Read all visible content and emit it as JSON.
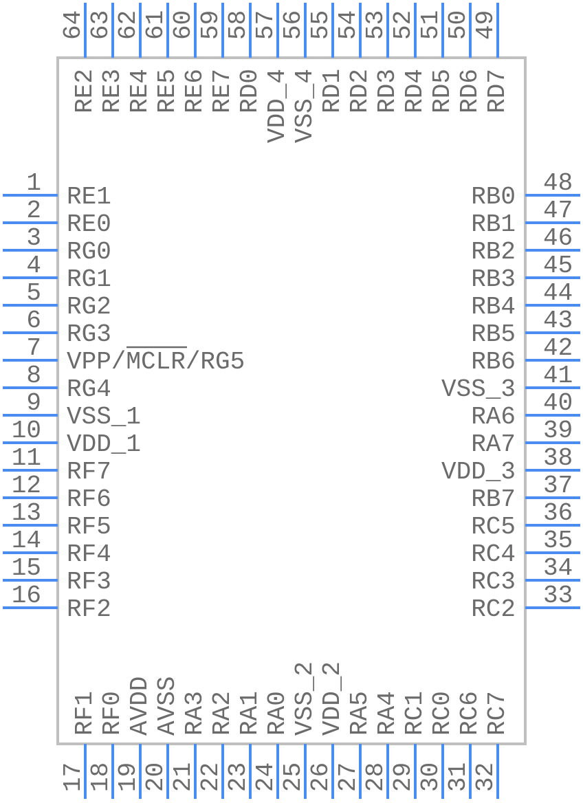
{
  "colors": {
    "pin": "#4a8cf0",
    "body": "#c0c0c0",
    "text": "#6b6b6b"
  },
  "overbar_label": {
    "text": "MCLR"
  },
  "pins": {
    "left": [
      {
        "num": "1",
        "label": "RE1"
      },
      {
        "num": "2",
        "label": "RE0"
      },
      {
        "num": "3",
        "label": "RG0"
      },
      {
        "num": "4",
        "label": "RG1"
      },
      {
        "num": "5",
        "label": "RG2"
      },
      {
        "num": "6",
        "label": "RG3"
      },
      {
        "num": "7",
        "label": "VPP/MCLR/RG5"
      },
      {
        "num": "8",
        "label": "RG4"
      },
      {
        "num": "9",
        "label": "VSS_1"
      },
      {
        "num": "10",
        "label": "VDD_1"
      },
      {
        "num": "11",
        "label": "RF7"
      },
      {
        "num": "12",
        "label": "RF6"
      },
      {
        "num": "13",
        "label": "RF5"
      },
      {
        "num": "14",
        "label": "RF4"
      },
      {
        "num": "15",
        "label": "RF3"
      },
      {
        "num": "16",
        "label": "RF2"
      }
    ],
    "right": [
      {
        "num": "48",
        "label": "RB0"
      },
      {
        "num": "47",
        "label": "RB1"
      },
      {
        "num": "46",
        "label": "RB2"
      },
      {
        "num": "45",
        "label": "RB3"
      },
      {
        "num": "44",
        "label": "RB4"
      },
      {
        "num": "43",
        "label": "RB5"
      },
      {
        "num": "42",
        "label": "RB6"
      },
      {
        "num": "41",
        "label": "VSS_3"
      },
      {
        "num": "40",
        "label": "RA6"
      },
      {
        "num": "39",
        "label": "RA7"
      },
      {
        "num": "38",
        "label": "VDD_3"
      },
      {
        "num": "37",
        "label": "RB7"
      },
      {
        "num": "36",
        "label": "RC5"
      },
      {
        "num": "35",
        "label": "RC4"
      },
      {
        "num": "34",
        "label": "RC3"
      },
      {
        "num": "33",
        "label": "RC2"
      }
    ],
    "top": [
      {
        "num": "64",
        "label": "RE2"
      },
      {
        "num": "63",
        "label": "RE3"
      },
      {
        "num": "62",
        "label": "RE4"
      },
      {
        "num": "61",
        "label": "RE5"
      },
      {
        "num": "60",
        "label": "RE6"
      },
      {
        "num": "59",
        "label": "RE7"
      },
      {
        "num": "58",
        "label": "RD0"
      },
      {
        "num": "57",
        "label": "VDD_4"
      },
      {
        "num": "56",
        "label": "VSS_4"
      },
      {
        "num": "55",
        "label": "RD1"
      },
      {
        "num": "54",
        "label": "RD2"
      },
      {
        "num": "53",
        "label": "RD3"
      },
      {
        "num": "52",
        "label": "RD4"
      },
      {
        "num": "51",
        "label": "RD5"
      },
      {
        "num": "50",
        "label": "RD6"
      },
      {
        "num": "49",
        "label": "RD7"
      }
    ],
    "bottom": [
      {
        "num": "17",
        "label": "RF1"
      },
      {
        "num": "18",
        "label": "RF0"
      },
      {
        "num": "19",
        "label": "AVDD"
      },
      {
        "num": "20",
        "label": "AVSS"
      },
      {
        "num": "21",
        "label": "RA3"
      },
      {
        "num": "22",
        "label": "RA2"
      },
      {
        "num": "23",
        "label": "RA1"
      },
      {
        "num": "24",
        "label": "RA0"
      },
      {
        "num": "25",
        "label": "VSS_2"
      },
      {
        "num": "26",
        "label": "VDD_2"
      },
      {
        "num": "27",
        "label": "RA5"
      },
      {
        "num": "28",
        "label": "RA4"
      },
      {
        "num": "29",
        "label": "RC1"
      },
      {
        "num": "30",
        "label": "RC0"
      },
      {
        "num": "31",
        "label": "RC6"
      },
      {
        "num": "32",
        "label": "RC7"
      }
    ]
  }
}
